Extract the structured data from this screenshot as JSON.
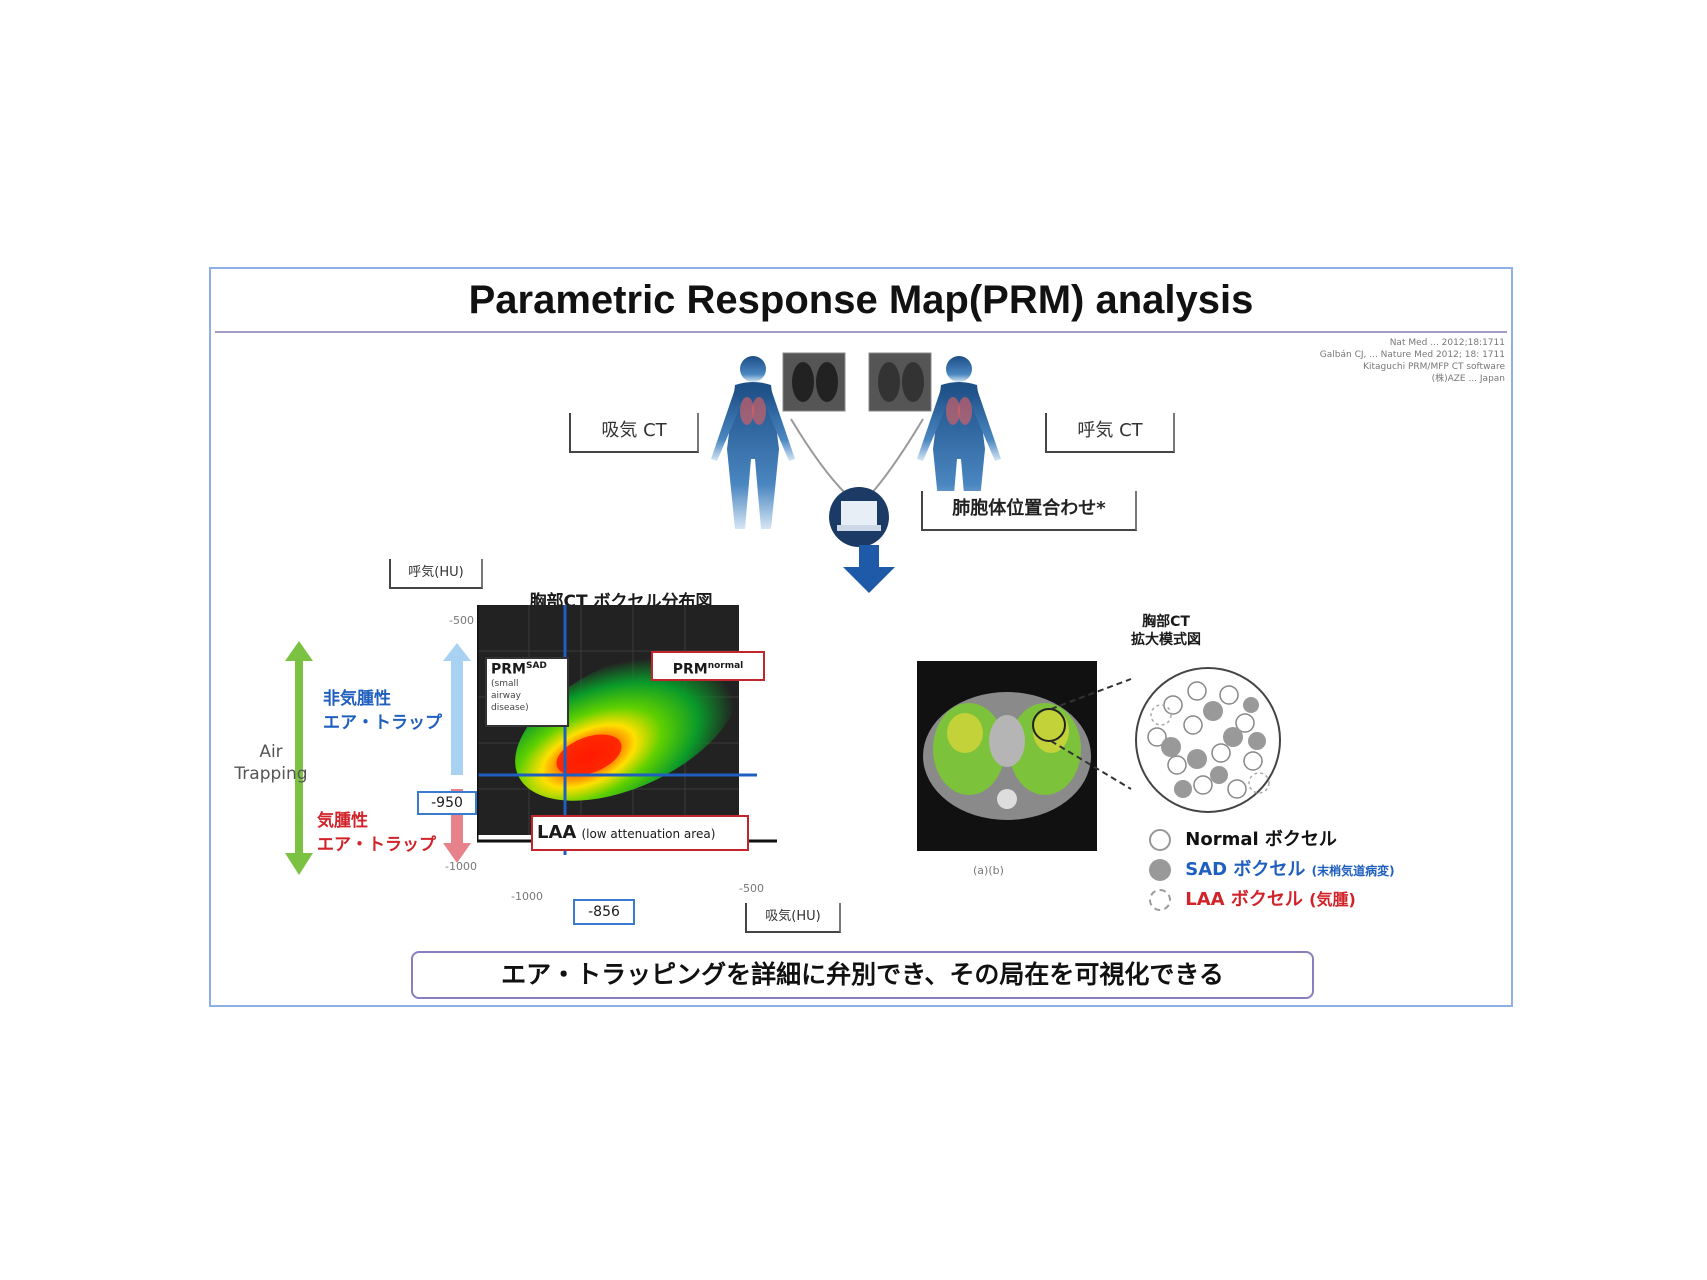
{
  "title": "Parametric Response Map(PRM) analysis",
  "citation": {
    "lines": [
      "Nat Med ... 2012;18:1711",
      "Galbán CJ, ... Nature Med 2012; 18: 1711",
      "Kitaguchi PRM/MFP CT software",
      "(株)AZE ... Japan"
    ]
  },
  "inspiration_ct_label": "吸気 CT",
  "expiration_ct_label": "呼気 CT",
  "registration_label": "肺胞体位置合わせ*",
  "chart_title": "胸部CT ボクセル分布図",
  "y_axis_label": "呼気(HU)",
  "x_axis_label": "吸気(HU)",
  "y_top_tick": "-500",
  "y_bottom_tick": "-1000",
  "x_left_tick": "-1000",
  "x_right_tick": "-500",
  "threshold_y": "-950",
  "threshold_x": "-856",
  "prm_sad": {
    "title": "PRM",
    "sup": "SAD",
    "lines": [
      "(small",
      "airway",
      "disease)"
    ]
  },
  "prm_normal": {
    "title": "PRM",
    "sup": "normal"
  },
  "laa_box": {
    "title": "LAA",
    "sub": "(low attenuation area)"
  },
  "air_trapping_label": "Air\nTrapping",
  "nonemph_trap_label": "非気腫性\nエア・トラップ",
  "emph_trap_label": "気腫性\nエア・トラップ",
  "ct_caption": "(a)(b)",
  "magnified_label": "胸部CT\n拡大模式図",
  "legend": [
    {
      "text": "Normal ボクセル",
      "color": "#111111"
    },
    {
      "text": "SAD ボクセル",
      "note": "(末梢気道病変)",
      "color": "#1f5fbf"
    },
    {
      "text": "LAA ボクセル",
      "note": "(気腫)",
      "color": "#d2232a"
    }
  ],
  "bottom_message": "エア・トラッピングを詳細に弁別でき、その局在を可視化できる",
  "colors": {
    "border": "#8fb0e6",
    "axis_blue": "#1f5fbf",
    "green_arrow": "#7cc242",
    "red_arrow": "#e8828a",
    "lightblue_arrow": "#a8d1f2",
    "down_arrow": "#1e5aa8"
  }
}
